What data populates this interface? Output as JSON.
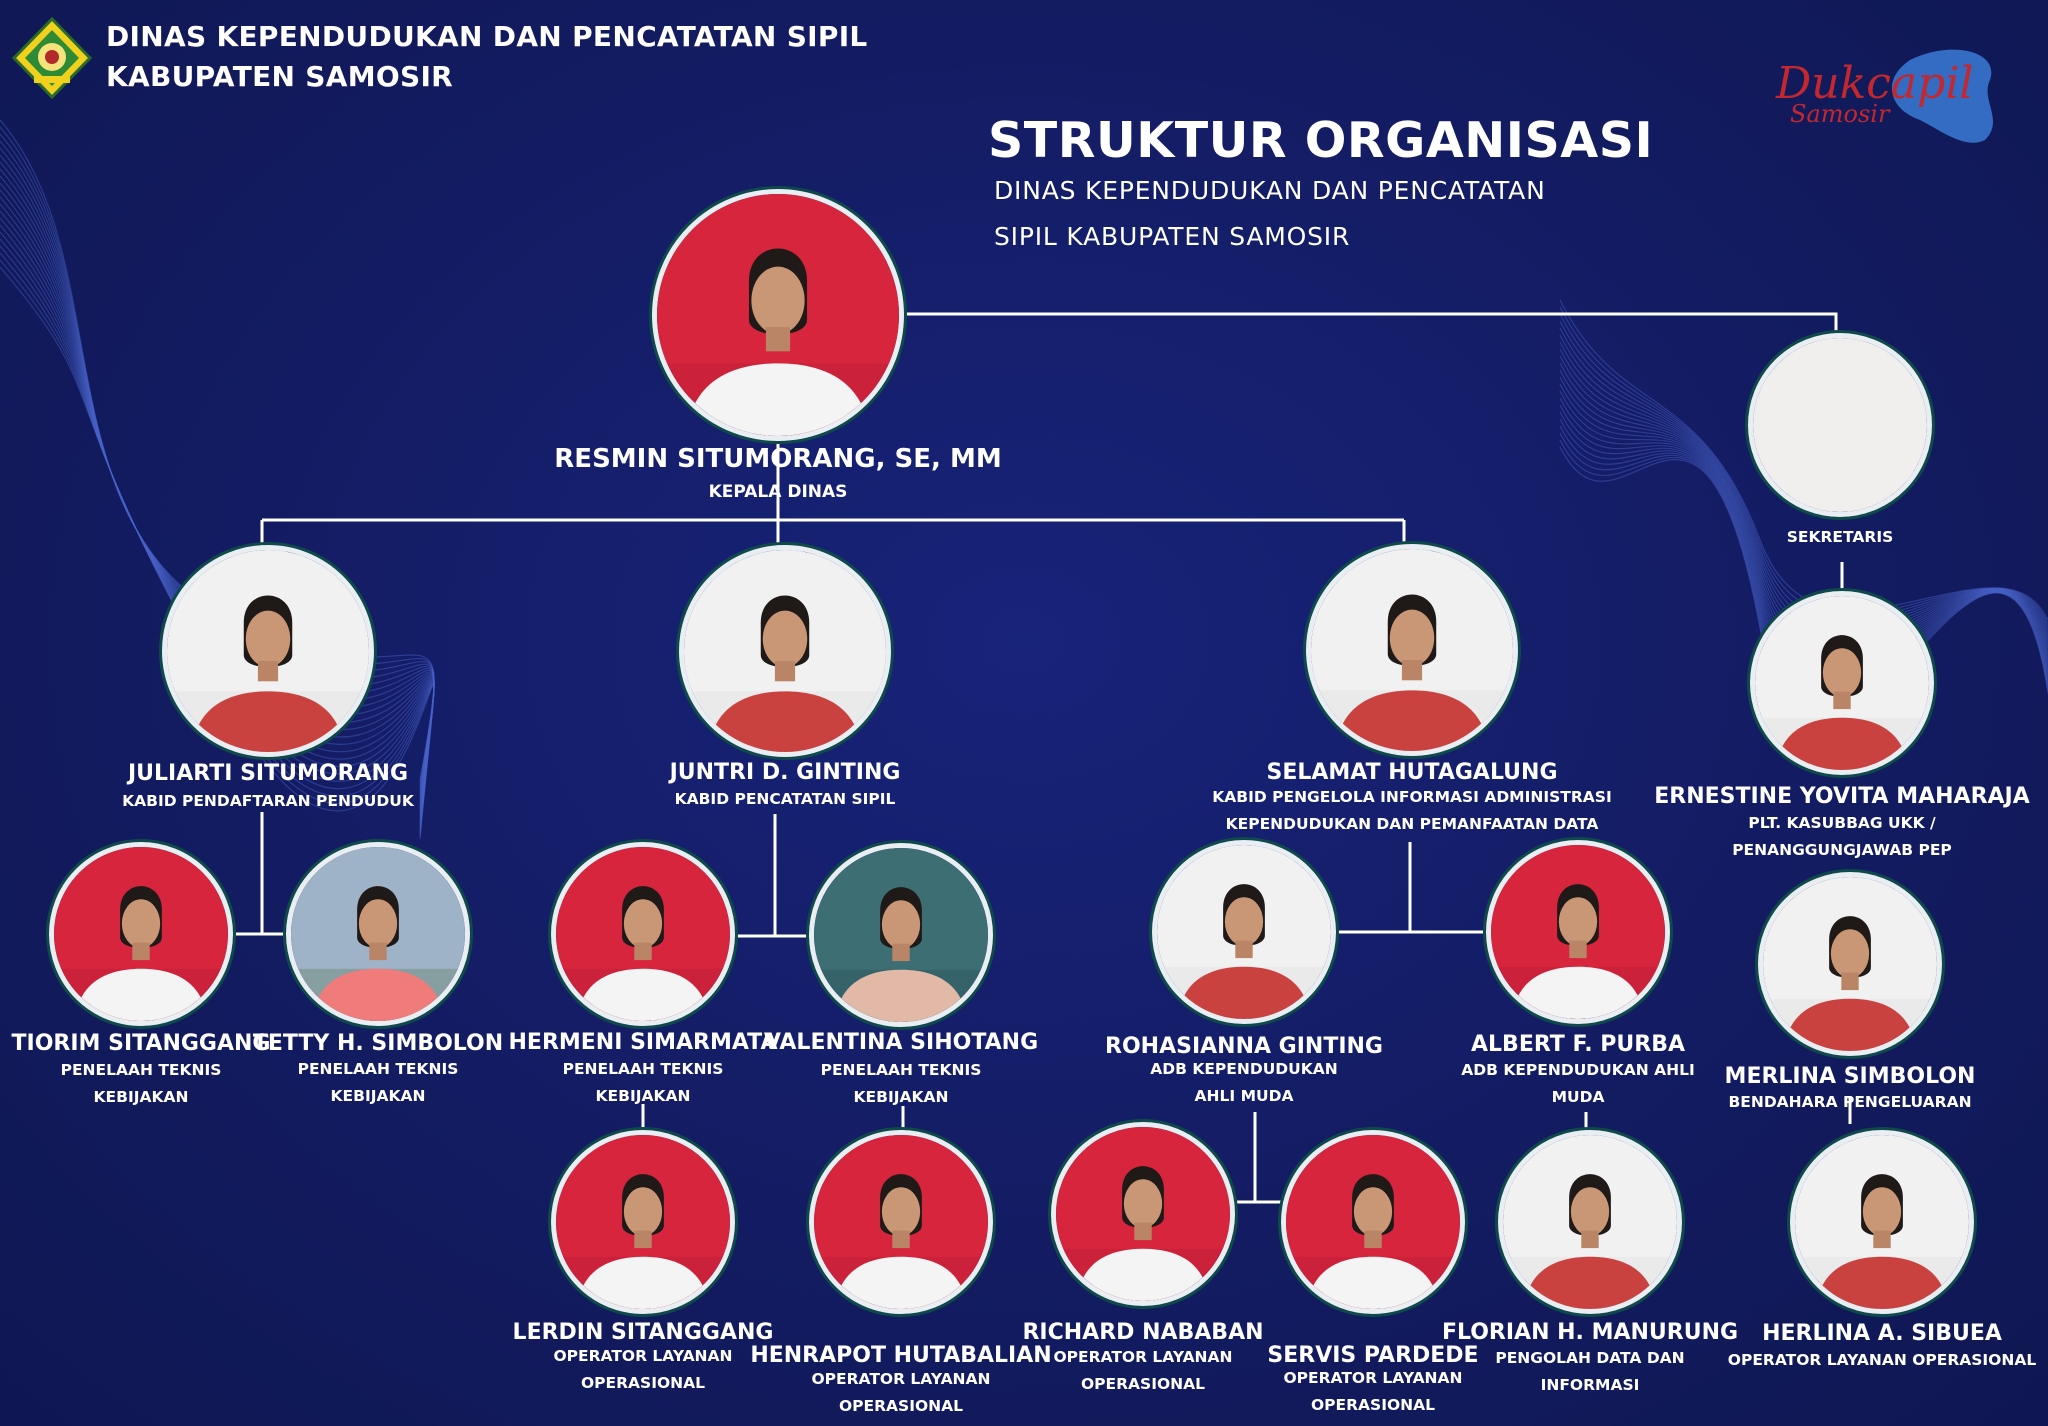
{
  "header": {
    "agency_line1": "DINAS KEPENDUDUKAN DAN PENCATATAN SIPIL",
    "agency_line2": "KABUPATEN SAMOSIR",
    "emblem_icon": "samosir-regency-emblem-icon",
    "brand_logo": "Dukcapil Samosir"
  },
  "title": {
    "main": "STRUKTUR ORGANISASI",
    "sub_line1": "DINAS KEPENDUDUKAN DAN PENCATATAN",
    "sub_line2": "SIPIL KABUPATEN SAMOSIR"
  },
  "colors": {
    "background": "#131c5e",
    "connector": "#ffffff",
    "photo_border": "#e9eef2",
    "photo_red": "#d6243c",
    "photo_white": "#f2f2f2"
  },
  "people": {
    "kepala": {
      "name": "RESMIN SITUMORANG, SE, MM",
      "role": [
        "KEPALA DINAS"
      ],
      "photo": "red"
    },
    "sekretaris": {
      "name": "",
      "role": [
        "SEKRETARIS"
      ],
      "photo": "blank"
    },
    "juliarti": {
      "name": "JULIARTI SITUMORANG",
      "role": [
        "KABID PENDAFTARAN PENDUDUK"
      ],
      "photo": "white"
    },
    "juntri": {
      "name": "JUNTRI D. GINTING",
      "role": [
        "KABID PENCATATAN SIPIL"
      ],
      "photo": "white"
    },
    "selamat": {
      "name": "SELAMAT HUTAGALUNG",
      "role": [
        "KABID PENGELOLA INFORMASI ADMINISTRASI",
        "KEPENDUDUKAN DAN PEMANFAATAN DATA"
      ],
      "photo": "white"
    },
    "ernestine": {
      "name": "ERNESTINE YOVITA MAHARAJA",
      "role": [
        "PLT. KASUBBAG UKK /",
        "PENANGGUNGJAWAB PEP"
      ],
      "photo": "white"
    },
    "tiorim": {
      "name": "TIORIM SITANGGANG",
      "role": [
        "PENELAAH TEKNIS",
        "KEBIJAKAN"
      ],
      "photo": "red"
    },
    "tetty": {
      "name": "TETTY H. SIMBOLON",
      "role": [
        "PENELAAH TEKNIS",
        "KEBIJAKAN"
      ],
      "photo": "outdoor"
    },
    "hermeni": {
      "name": "HERMENI SIMARMATA",
      "role": [
        "PENELAAH TEKNIS",
        "KEBIJAKAN"
      ],
      "photo": "red"
    },
    "valentina": {
      "name": "VALENTINA SIHOTANG",
      "role": [
        "PENELAAH TEKNIS",
        "KEBIJAKAN"
      ],
      "photo": "teal"
    },
    "rohasianna": {
      "name": "ROHASIANNA GINTING",
      "role": [
        "ADB KEPENDUDUKAN",
        "AHLI MUDA"
      ],
      "photo": "white"
    },
    "albert": {
      "name": "ALBERT F. PURBA",
      "role": [
        "ADB KEPENDUDUKAN AHLI",
        "MUDA"
      ],
      "photo": "red"
    },
    "merlina": {
      "name": "MERLINA SIMBOLON",
      "role": [
        "BENDAHARA PENGELUARAN"
      ],
      "photo": "white"
    },
    "lerdin": {
      "name": "LERDIN SITANGGANG",
      "role": [
        "OPERATOR LAYANAN",
        "OPERASIONAL"
      ],
      "photo": "red"
    },
    "henrapot": {
      "name": "HENRAPOT HUTABALIAN",
      "role": [
        "OPERATOR LAYANAN",
        "OPERASIONAL"
      ],
      "photo": "red"
    },
    "richard": {
      "name": "RICHARD NABABAN",
      "role": [
        "OPERATOR LAYANAN",
        "OPERASIONAL"
      ],
      "photo": "red"
    },
    "servis": {
      "name": "SERVIS PARDEDE",
      "role": [
        "OPERATOR LAYANAN",
        "OPERASIONAL"
      ],
      "photo": "red"
    },
    "florian": {
      "name": "FLORIAN H. MANURUNG",
      "role": [
        "PENGOLAH DATA DAN",
        "INFORMASI"
      ],
      "photo": "white"
    },
    "herlina": {
      "name": "HERLINA A. SIBUEA",
      "role": [
        "OPERATOR LAYANAN OPERASIONAL"
      ],
      "photo": "white"
    }
  }
}
